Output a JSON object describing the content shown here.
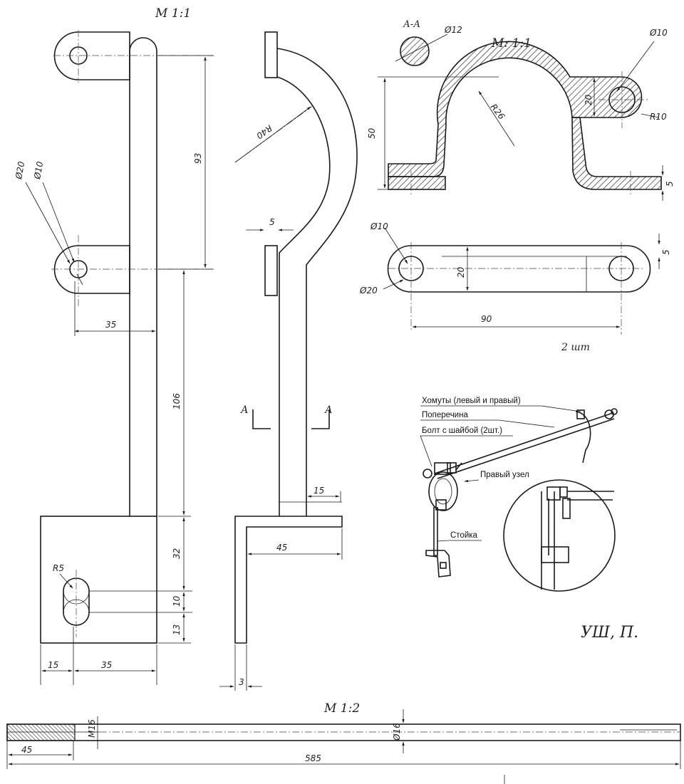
{
  "scales": {
    "left": "М 1:1",
    "right": "М: 1:1",
    "bottom": "М 1:2"
  },
  "section": {
    "label": "А-А",
    "diameter": "Ø12"
  },
  "left_view": {
    "dims": {
      "d20": "Ø20",
      "d10": "Ø10",
      "v93": "93",
      "h35_top": "35",
      "v106": "106",
      "v32": "32",
      "v10": "10",
      "v13": "13",
      "r5": "R5",
      "h15": "15",
      "h35_bottom": "35"
    }
  },
  "side_view": {
    "dims": {
      "r40": "R40",
      "t5": "5",
      "w15": "15",
      "w45": "45",
      "t3": "3"
    },
    "section_marks": [
      "А",
      "А"
    ]
  },
  "clamp_top": {
    "dims": {
      "d10": "Ø10",
      "r26": "R26",
      "h50": "50",
      "h20": "20",
      "r10": "R10",
      "t5": "5"
    }
  },
  "clamp_bottom": {
    "dims": {
      "d10": "Ø10",
      "d20": "Ø20",
      "h20": "20",
      "t5": "5",
      "w90": "90"
    },
    "note": "2 шт"
  },
  "assembly": {
    "labels": {
      "clamps": "Хомуты (левый и правый)",
      "crossbar": "Поперечина",
      "bolt": "Болт с шайбой (2шт.)",
      "right_node": "Правый узел",
      "post": "Стойка"
    }
  },
  "signature": "УШ, П.",
  "rod": {
    "dims": {
      "m16": "М16",
      "d16": "Ø16",
      "l45": "45",
      "l585": "585"
    }
  }
}
